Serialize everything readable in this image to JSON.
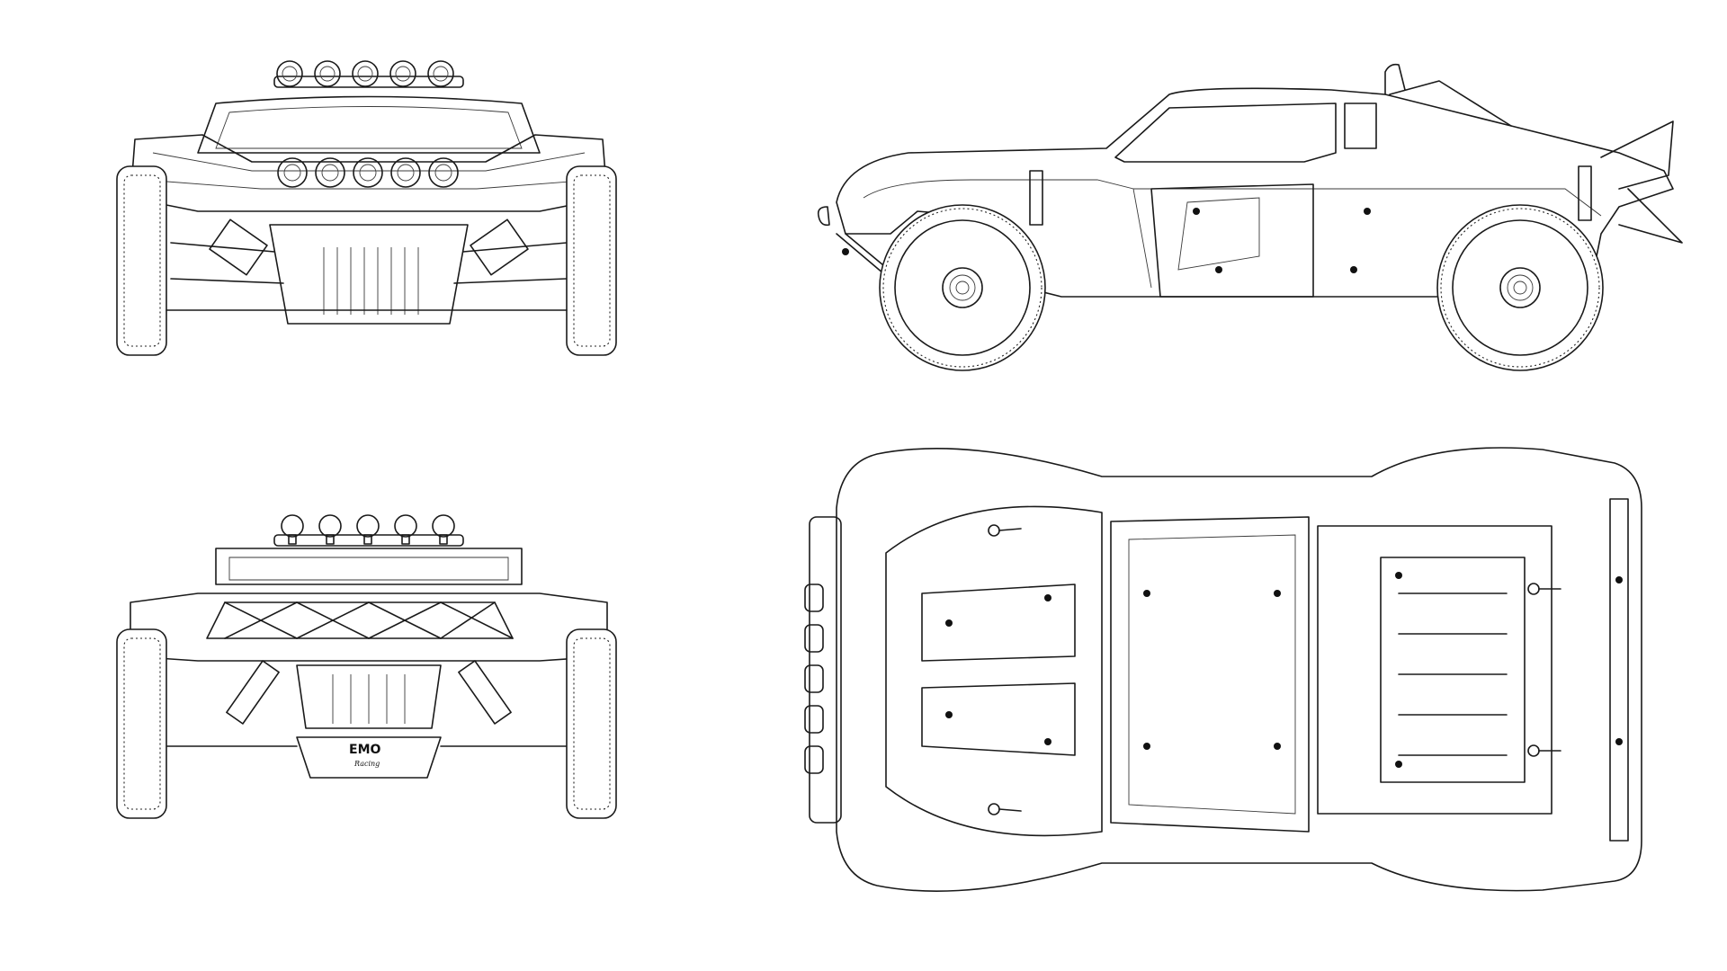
{
  "logo": {
    "brand": "EMO",
    "sub": "Racing"
  },
  "views": [
    "front-view",
    "side-view",
    "rear-view",
    "top-view"
  ]
}
